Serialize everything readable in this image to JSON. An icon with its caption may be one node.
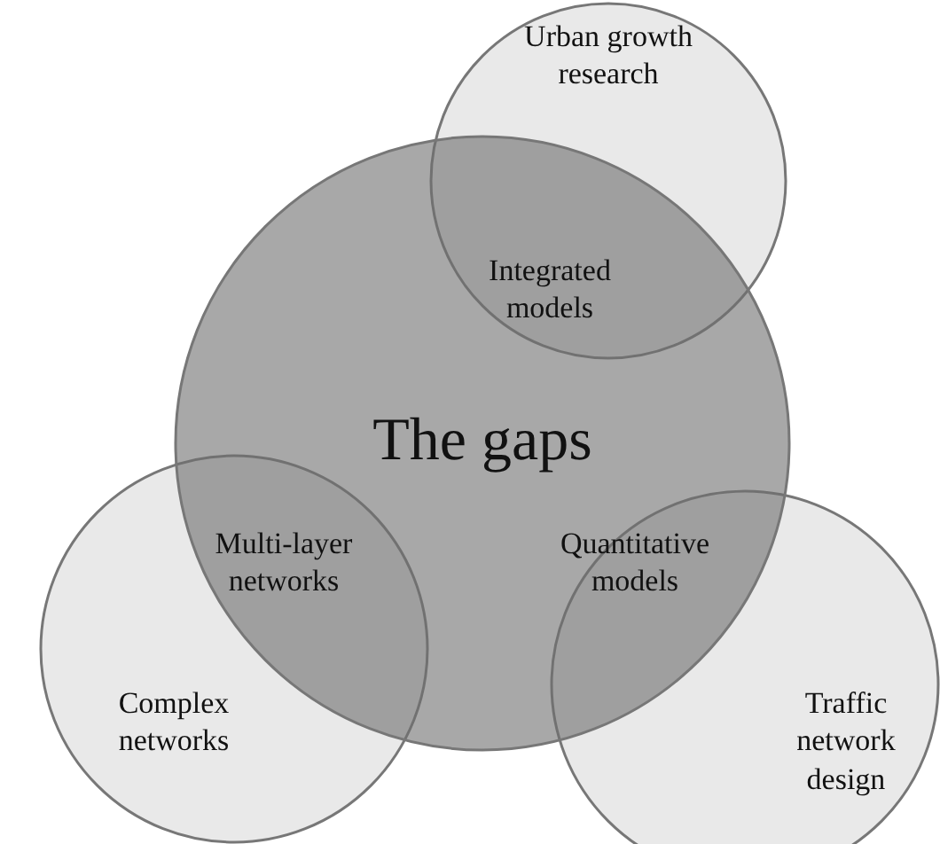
{
  "diagram": {
    "nodes": [
      {
        "text": [
          "Urban growth research"
        ]
      },
      {
        "text": [
          "The gaps"
        ]
      },
      {
        "text": [
          "Complex networks"
        ]
      },
      {
        "text": [
          "Traffic network design"
        ]
      }
    ],
    "labels": [
      "Integrated models",
      "Multi-layer networks",
      "Quantitative models"
    ]
  }
}
